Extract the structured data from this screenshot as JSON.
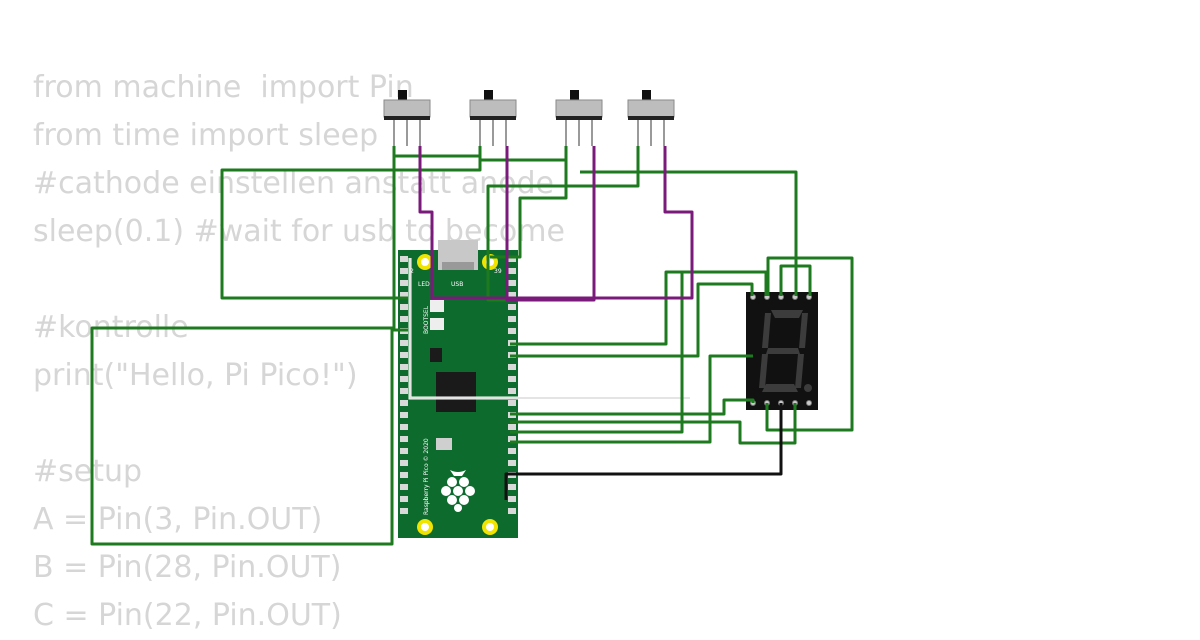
{
  "code_lines": [
    "from machine  import Pin",
    "from time import sleep",
    "#cathode einstellen anstatt anode",
    "sleep(0.1) #wait for usb to become",
    "",
    "#kontrolle",
    "print(\"Hello, Pi Pico!\")",
    "",
    "#setup",
    "A = Pin(3, Pin.OUT)",
    "B = Pin(28, Pin.OUT)",
    "C = Pin(22, Pin.OUT)"
  ],
  "board": {
    "label": "Raspberry Pi Pico © 2020",
    "led_label": "LED",
    "usb_label": "USB",
    "bootsel_label": "BOOTSEL",
    "pin1_label": "2",
    "pin39_label": "39"
  },
  "colors": {
    "wire_green": "#1e7a1e",
    "wire_purple": "#7a1a7a",
    "wire_black": "#111111",
    "pcb": "#0d6b2e",
    "display": "#111111",
    "segment_off": "#3c3c3c",
    "code_text": "#d6d6d6"
  },
  "components": {
    "slide_switch_count": 4,
    "seven_segment_display": "single digit, common cathode"
  }
}
